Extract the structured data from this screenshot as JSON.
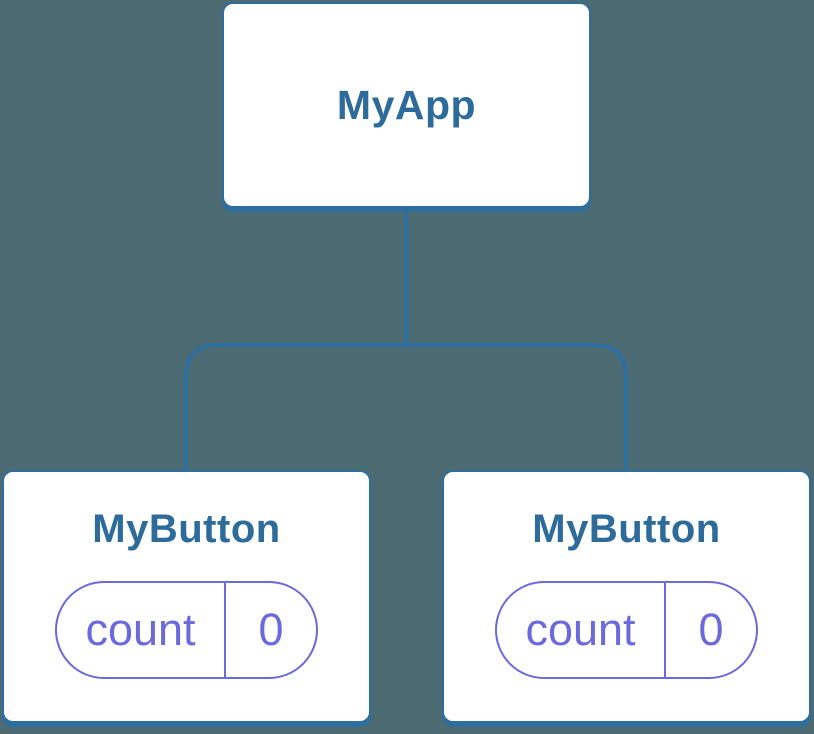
{
  "theme": {
    "background_color": "#4c6a72",
    "connector_color": "#2e6e9e",
    "card_background": "#ffffff",
    "card_border_color": "#2e6e9e",
    "title_color": "#2d6b9a",
    "state_pill_color": "#6a69dd"
  },
  "diagram": {
    "type": "component-tree",
    "root": {
      "label": "MyApp"
    },
    "children": [
      {
        "label": "MyButton",
        "state": {
          "key": "count",
          "value": "0"
        }
      },
      {
        "label": "MyButton",
        "state": {
          "key": "count",
          "value": "0"
        }
      }
    ]
  }
}
